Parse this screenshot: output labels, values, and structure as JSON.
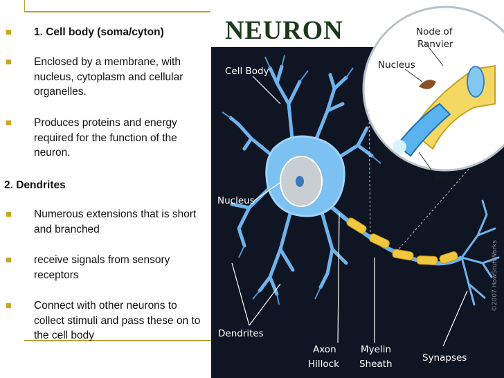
{
  "title": "NEURON",
  "section1": {
    "heading": "1. Cell body (soma/cyton)",
    "points": [
      "Enclosed by a membrane, with nucleus, cytoplasm and cellular organelles.",
      "Produces proteins and energy required for the function of the neuron."
    ]
  },
  "section2": {
    "heading": "2. Dendrites",
    "points": [
      "Numerous extensions that is short and branched",
      "receive signals from sensory receptors",
      "Connect with other neurons to collect stimuli and pass these on to the cell body"
    ]
  },
  "figure": {
    "labels": {
      "cell_body": "Cell Body",
      "nucleus": "Nucleus",
      "dendrites": "Dendrites",
      "axon_hillock_1": "Axon",
      "axon_hillock_2": "Hillock",
      "myelin_sheath_1": "Myelin",
      "myelin_sheath_2": "Sheath",
      "synapses": "Synapses"
    },
    "inset": {
      "node_of_ranvier_1": "Node of",
      "node_of_ranvier_2": "Ranvier",
      "nucleus": "Nucleus",
      "axon": "Axon"
    },
    "copyright": "©2007 HowStuffWorks"
  }
}
